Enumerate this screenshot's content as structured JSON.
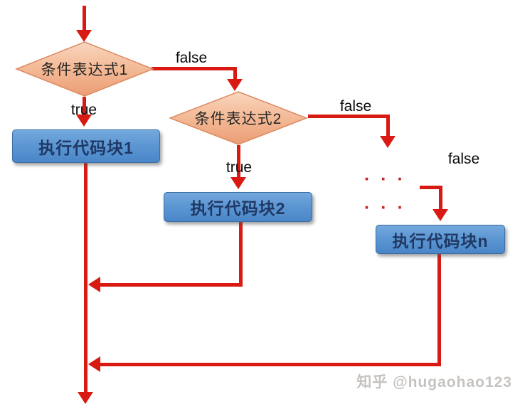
{
  "diagram": {
    "kind": "if-else-if flowchart",
    "nodes": {
      "cond1": {
        "label": "条件表达式1",
        "shape": "diamond"
      },
      "cond2": {
        "label": "条件表达式2",
        "shape": "diamond"
      },
      "block1": {
        "label": "执行代码块1",
        "shape": "rect"
      },
      "block2": {
        "label": "执行代码块2",
        "shape": "rect"
      },
      "blockn": {
        "label": "执行代码块n",
        "shape": "rect"
      }
    },
    "edge_labels": {
      "cond1_true": "true",
      "cond1_false": "false",
      "cond2_true": "true",
      "cond2_false": "false",
      "condn_false": "false"
    },
    "ellipsis": "· · ·",
    "colors": {
      "arrow_red": "#d91a12",
      "diamond_fill_light": "#f9d3ba",
      "diamond_fill_dark": "#eb9d75",
      "diamond_border": "#dd8a60",
      "rect_fill_light": "#74a9dd",
      "rect_fill_dark": "#4a86c8",
      "rect_border": "#3a6ea5",
      "rect_text": "#1f3864",
      "label_text": "#0a0a0a"
    }
  },
  "watermark": {
    "text": "知乎 @hugaohao123"
  }
}
